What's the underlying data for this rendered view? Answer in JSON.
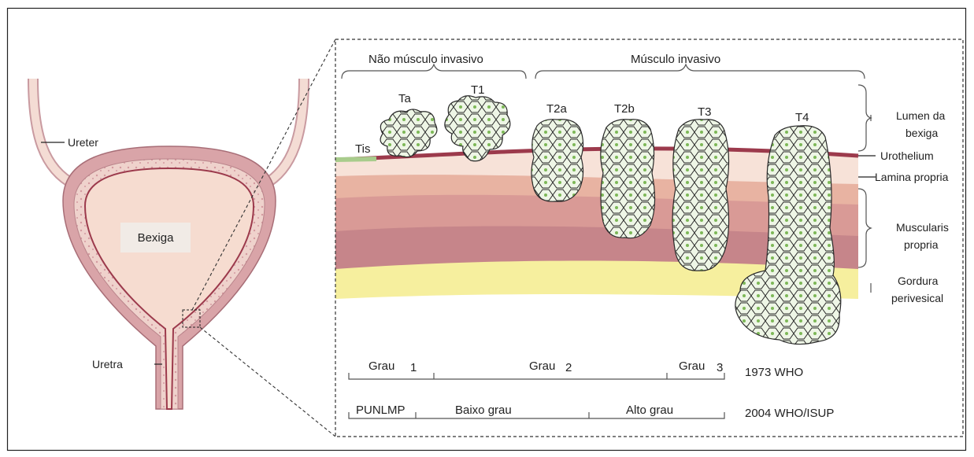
{
  "left": {
    "ureter_label": "Ureter",
    "bladder_label": "Bexiga",
    "urethra_label": "Uretra"
  },
  "top": {
    "non_invasive": "Não músculo invasivo",
    "invasive": "Músculo invasivo"
  },
  "stages": {
    "tis": "Tis",
    "ta": "Ta",
    "t1": "T1",
    "t2a": "T2a",
    "t2b": "T2b",
    "t3": "T3",
    "t4": "T4"
  },
  "layers": {
    "lumen_line1": "Lumen da",
    "lumen_line2": "bexiga",
    "urothelium": "Urothelium",
    "lamina": "Lamina propria",
    "muscularis_line1": "Muscularis",
    "muscularis_line2": "propria",
    "fat_line1": "Gordura",
    "fat_line2": "perivesical"
  },
  "grading1973": {
    "grau1_word": "Grau",
    "grau1_num": "1",
    "grau2_word": "Grau",
    "grau2_num": "2",
    "grau3_word": "Grau",
    "grau3_num": "3",
    "label": "1973 WHO"
  },
  "grading2004": {
    "punlmp": "PUNLMP",
    "low": "Baixo grau",
    "high": "Alto grau",
    "label": "2004 WHO/ISUP"
  },
  "colors": {
    "bladder_wall": "#d9a4a8",
    "bladder_inner": "#f6dcd0",
    "urothelium": "#9c3a4c",
    "tis": "#a8cc8c",
    "lamina": "#f7e2d8",
    "muscle_light": "#e8b3a2",
    "muscle_dark": "#c6858a",
    "fat": "#f6ef9e",
    "tumor_fill": "#eef6e6",
    "tumor_nucleus": "#7db857"
  }
}
